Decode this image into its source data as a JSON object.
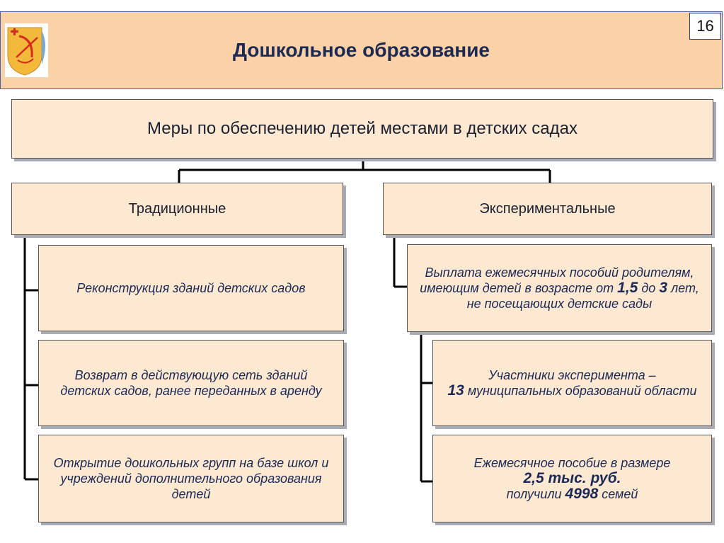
{
  "header": {
    "title": "Дошкольное образование",
    "page_number": "16",
    "emblem_icon": "kirov-region-coat-of-arms-icon"
  },
  "diagram": {
    "root": "Меры по обеспечению детей местами в детских садах",
    "traditional": {
      "label": "Традиционные",
      "items": [
        "Реконструкция зданий детских садов",
        "Возврат в действующую сеть зданий детских садов, ранее переданных в аренду",
        "Открытие дошкольных групп на базе школ и учреждений дополнительного образования детей"
      ]
    },
    "experimental": {
      "label": "Экспериментальные",
      "benefit": {
        "text_1": "Выплата ежемесячных пособий родителям, имеющим детей в возрасте от ",
        "age_from": "1,5",
        "text_2": " до ",
        "age_to": "3",
        "text_3": " лет, не посещающих детские сады"
      },
      "participants": {
        "text_1": "Участники эксперимента –",
        "count": "13",
        "text_2": " муниципальных образований области"
      },
      "payment": {
        "text_1": "Ежемесячное пособие в размере",
        "amount": "2,5 тыс. руб.",
        "text_2": "получили ",
        "families": "4998",
        "text_3": " семей"
      }
    }
  },
  "colors": {
    "header_bg": "#fbd2a8",
    "box_bg": "#fde8d2",
    "text_dark_blue": "#1a2a55"
  }
}
